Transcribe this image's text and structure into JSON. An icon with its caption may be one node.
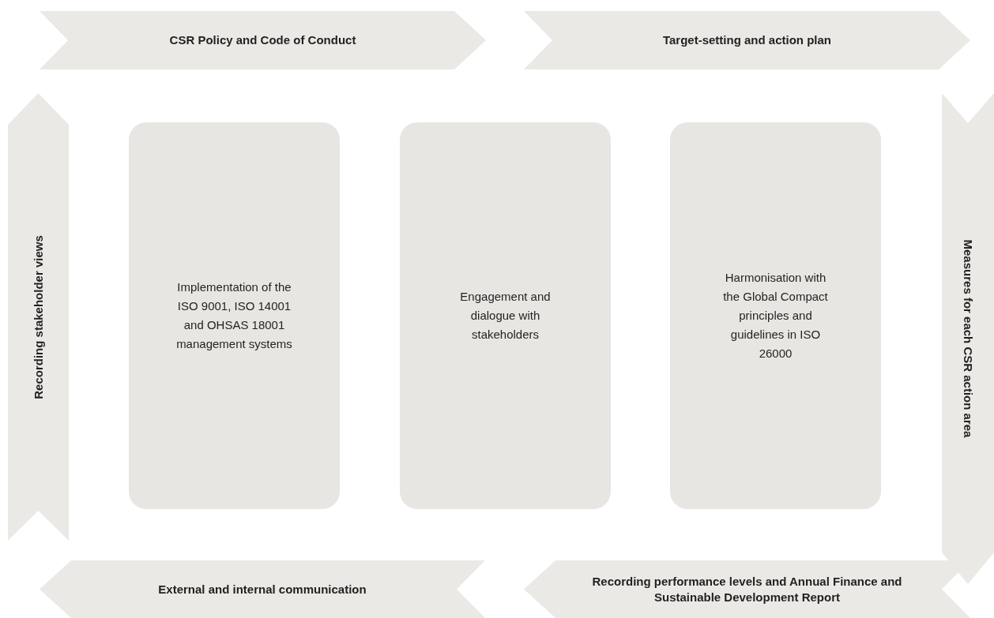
{
  "diagram": {
    "nodes": [
      {
        "text": [
          "CSR Policy and Code of Conduct"
        ]
      },
      {
        "text": [
          "Target-setting and action plan"
        ]
      },
      {
        "text": [
          "Recording stakeholder views"
        ]
      },
      {
        "text": [
          "Implementation of the ISO 9001, ISO 14001 and OHSAS 18001 management systems"
        ]
      },
      {
        "text": [
          "Engagement and dialogue with stakeholders"
        ]
      },
      {
        "text": [
          "Harmonisation with the Global Compact principles and guidelines in ISO 26000"
        ]
      },
      {
        "text": [
          "Measures for each CSR action area"
        ]
      },
      {
        "text": [
          "External and internal communication"
        ]
      },
      {
        "text": [
          "Recording performance levels and Annual Finance and Sustainable Development Report"
        ]
      }
    ]
  }
}
